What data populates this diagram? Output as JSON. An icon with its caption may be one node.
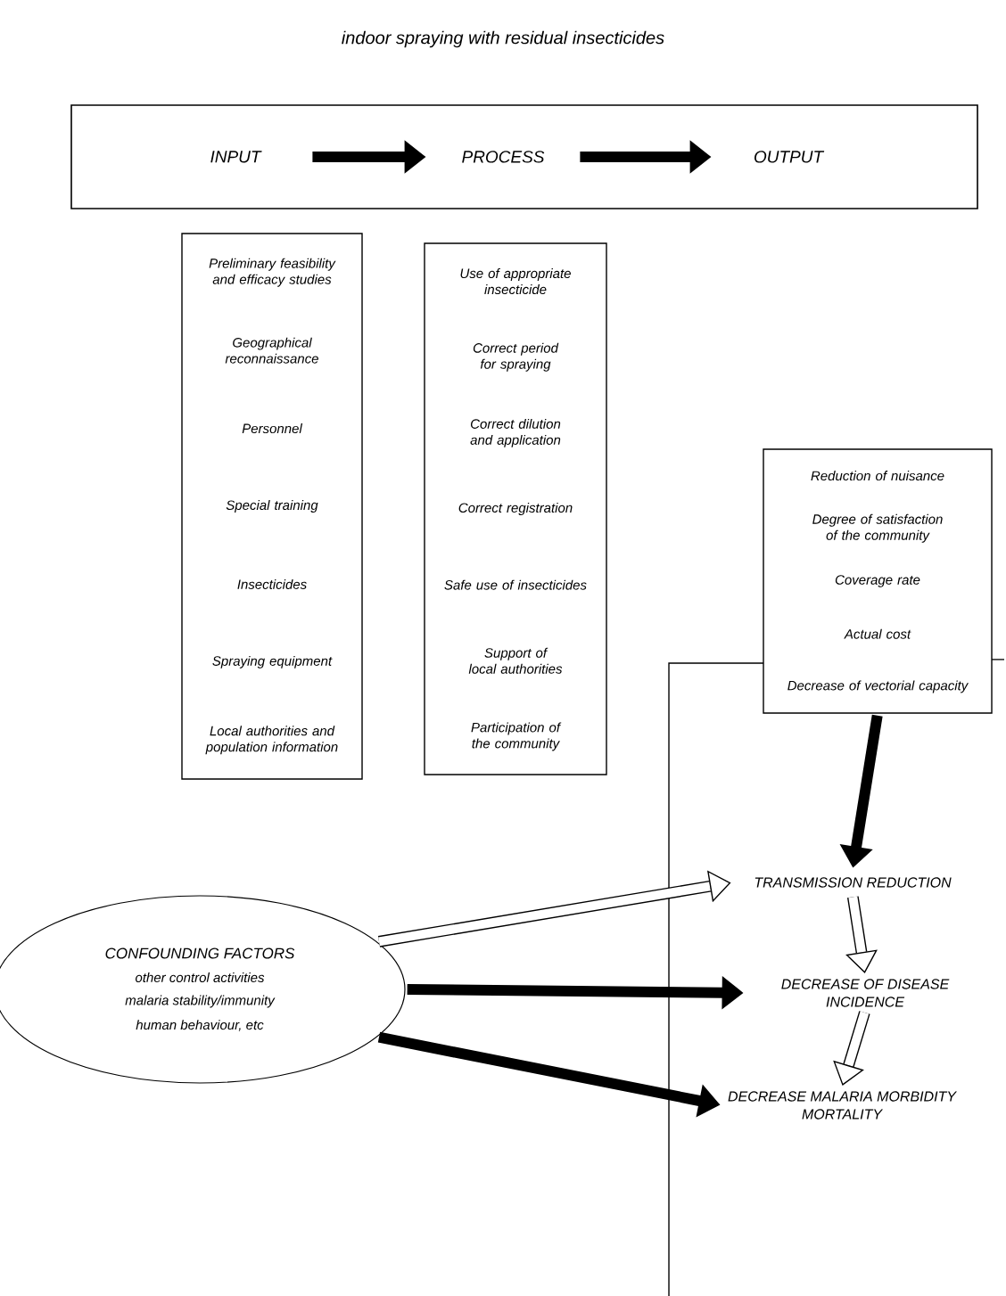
{
  "diagram": {
    "title": "indoor spraying with residual insecticides",
    "nodes": [
      {
        "text": [],
        "shape": "box"
      },
      {
        "text": [
          "INPUT"
        ],
        "in": 0
      },
      {
        "text": [
          "PROCESS"
        ],
        "in": 0
      },
      {
        "text": [
          "OUTPUT"
        ],
        "in": 0
      },
      {
        "text": [
          "Preliminary feasibility and efficacy studies",
          "Geographical reconnaissance",
          "Personnel",
          "Special training",
          "Insecticides",
          "Spraying equipment",
          "Local authorities and population information"
        ]
      },
      {
        "text": [
          "Use of appropriate insecticide",
          "Correct period for spraying",
          "Correct dilution and application",
          "Correct registration",
          "Safe use of insecticides",
          "Support of local authorities",
          "Participation of the community"
        ]
      },
      {
        "text": [
          "Reduction of nuisance",
          "Degree of satisfaction of the community",
          "Coverage rate",
          "Actual cost",
          "Decrease of vectorial capacity"
        ]
      },
      {
        "text": [],
        "shape": "box"
      },
      {
        "text": [
          "TRANSMISSION REDUCTION"
        ],
        "in": 7
      },
      {
        "text": [
          "DECREASE OF DISEASE INCIDENCE"
        ],
        "in": 7
      },
      {
        "text": [
          "DECREASE MALARIA MORBIDITY MORTALITY"
        ],
        "in": 7
      },
      {
        "text": [
          "CONFOUNDING FACTORS",
          "other control activities",
          "malaria stability/immunity",
          "human behaviour, etc"
        ]
      }
    ],
    "edges": [
      {
        "from": 1,
        "to": 2,
        "arrow": "to"
      },
      {
        "from": 2,
        "to": 3,
        "arrow": "to"
      },
      {
        "from": 6,
        "to": 8,
        "arrow": "to"
      },
      {
        "from": 8,
        "to": 9,
        "arrow": "to"
      },
      {
        "from": 9,
        "to": 10,
        "arrow": "to"
      },
      {
        "from": 11,
        "to": 8,
        "arrow": "to"
      },
      {
        "from": 11,
        "to": 9,
        "arrow": "to"
      },
      {
        "from": 11,
        "to": 10,
        "arrow": "to"
      }
    ]
  }
}
